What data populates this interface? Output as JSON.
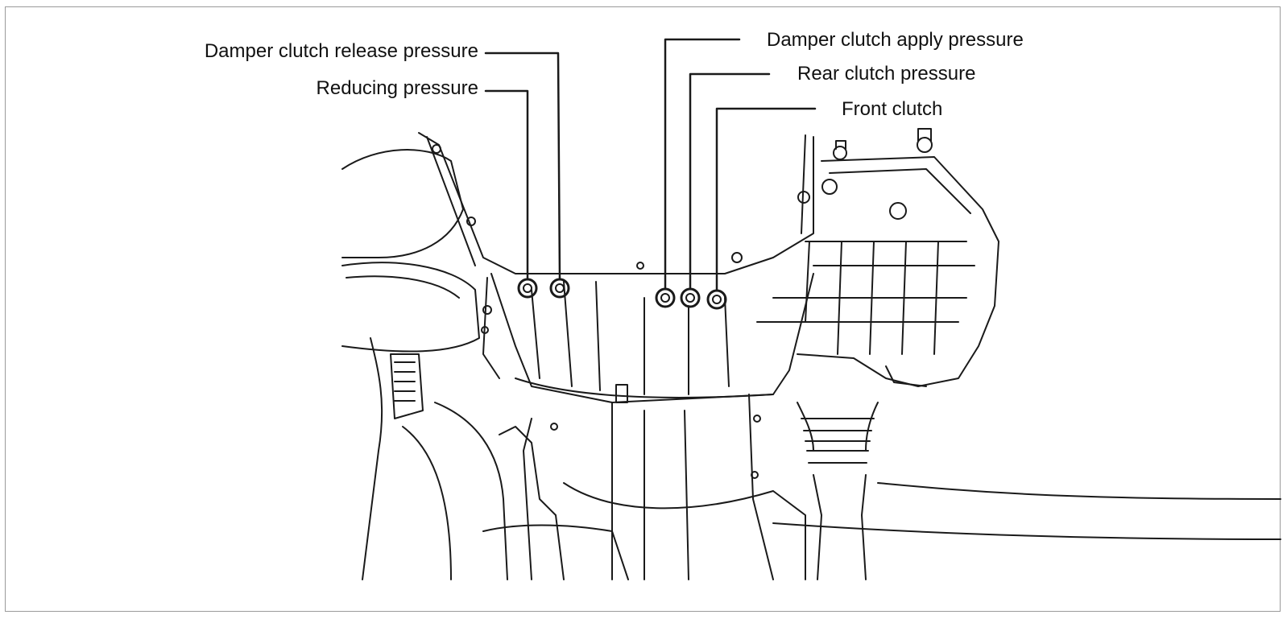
{
  "diagram": {
    "callouts": {
      "damper_release": "Damper clutch release pressure",
      "reducing": "Reducing pressure",
      "damper_apply": "Damper clutch apply pressure",
      "rear_clutch": "Rear clutch pressure",
      "front_clutch": "Front clutch"
    },
    "colors": {
      "line": "#1a1a1a",
      "frame": "#9a9a9a",
      "background": "#ffffff"
    }
  }
}
